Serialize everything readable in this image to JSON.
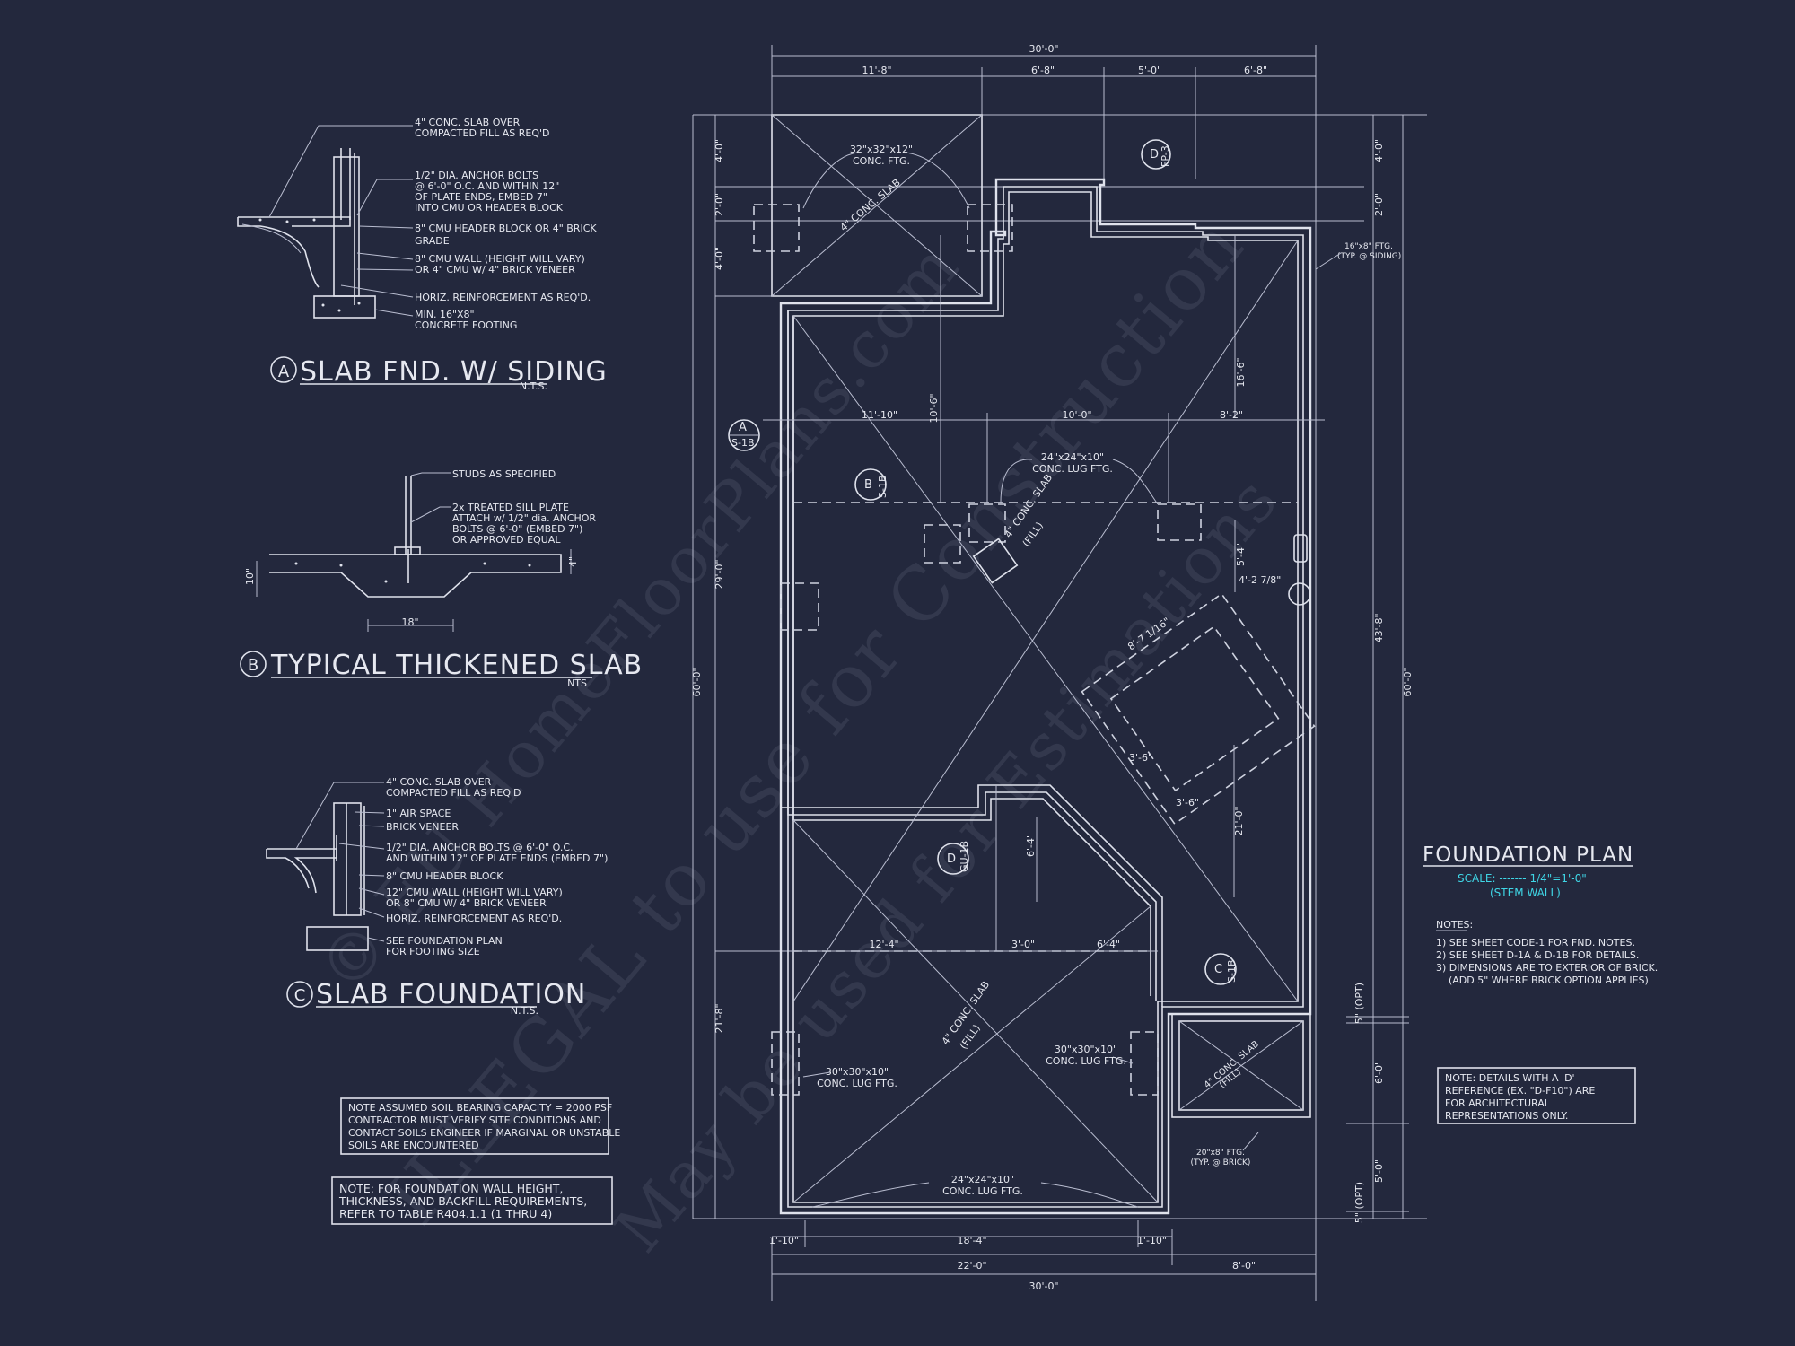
{
  "watermark": {
    "line1": "ILLEGAL to use for Construction",
    "line2": "© EU HomeFloorPlans.com",
    "line3": "May be used for Estimations"
  },
  "detail_a": {
    "tag": "A",
    "title": "SLAB FND. W/ SIDING",
    "scale": "N.T.S.",
    "notes": [
      "4\" CONC. SLAB OVER",
      "COMPACTED FILL AS REQ'D",
      "1/2\" DIA. ANCHOR BOLTS",
      "@ 6'-0\" O.C. AND WITHIN 12\"",
      "OF PLATE ENDS, EMBED 7\"",
      "INTO CMU OR HEADER BLOCK",
      "8\" CMU HEADER BLOCK OR 4\" BRICK",
      "GRADE",
      "8\" CMU WALL (HEIGHT WILL VARY)",
      "OR 4\" CMU W/ 4\" BRICK VENEER",
      "HORIZ. REINFORCEMENT AS REQ'D.",
      "MIN. 16\"X8\"",
      "CONCRETE FOOTING"
    ]
  },
  "detail_b": {
    "tag": "B",
    "title": "TYPICAL THICKENED SLAB",
    "scale": "NTS",
    "notes": [
      "STUDS AS SPECIFIED",
      "2x TREATED SILL PLATE",
      "ATTACH w/ 1/2\" dia. ANCHOR",
      "BOLTS @ 6'-0\" (EMBED 7\")",
      "OR APPROVED EQUAL"
    ],
    "dim_left": "10\"",
    "dim_right": "4\"",
    "dim_bottom": "18\""
  },
  "detail_c": {
    "tag": "C",
    "title": "SLAB FOUNDATION",
    "scale": "N.T.S.",
    "notes": [
      "4\" CONC. SLAB OVER",
      "COMPACTED FILL AS REQ'D",
      "1\" AIR SPACE",
      "BRICK VENEER",
      "1/2\" DIA. ANCHOR BOLTS @ 6'-0\" O.C.",
      "AND WITHIN 12\" OF PLATE ENDS (EMBED 7\")",
      "8\" CMU HEADER BLOCK",
      "12\" CMU WALL (HEIGHT WILL VARY)",
      "OR 8\" CMU W/ 4\" BRICK VENEER",
      "HORIZ. REINFORCEMENT AS REQ'D.",
      "SEE FOUNDATION PLAN",
      "FOR FOOTING SIZE"
    ]
  },
  "soil_note": [
    "NOTE ASSUMED SOIL BEARING CAPACITY = 2000 PSF",
    "CONTRACTOR MUST VERIFY SITE CONDITIONS AND",
    "CONTACT SOILS ENGINEER IF MARGINAL OR UNSTABLE",
    "SOILS ARE ENCOUNTERED"
  ],
  "wall_note": [
    "NOTE: FOR FOUNDATION WALL HEIGHT,",
    "THICKNESS, AND BACKFILL REQUIREMENTS,",
    "REFER TO TABLE R404.1.1 (1 THRU 4)"
  ],
  "plan": {
    "title": "FOUNDATION PLAN",
    "scale": "SCALE: ------- 1/4\"=1'-0\"",
    "subtitle": "(STEM WALL)",
    "notes_heading": "NOTES:",
    "notes": [
      "1)  SEE SHEET CODE-1 FOR FND. NOTES.",
      "2)  SEE SHEET D-1A & D-1B FOR DETAILS.",
      "3)  DIMENSIONS ARE TO EXTERIOR OF BRICK.",
      "    (ADD 5\" WHERE BRICK OPTION APPLIES)"
    ],
    "d_note": [
      "NOTE: DETAILS WITH A 'D'",
      "REFERENCE (EX. \"D-F10\") ARE",
      "FOR ARCHITECTURAL",
      "REPRESENTATIONS ONLY."
    ],
    "dims_top": {
      "overall": "30'-0\"",
      "a": "11'-8\"",
      "b": "6'-8\"",
      "c": "5'-0\"",
      "d": "6'-8\""
    },
    "dims_bottom": {
      "overall": "30'-0\"",
      "a": "22'-0\"",
      "b": "8'-0\"",
      "c": "1'-10\"",
      "d": "18'-4\"",
      "e": "1'-10\""
    },
    "dims_left": {
      "overall": "60'-0\"",
      "a": "4'-0\"",
      "b": "2'-0\"",
      "c": "4'-0\"",
      "d": "29'-0\"",
      "e": "21'-8\""
    },
    "dims_right": {
      "overall": "60'-0\"",
      "inner": "43'-8\"",
      "a": "4'-0\"",
      "b": "2'-0\"",
      "c": "5\" (OPT)",
      "d": "6'-0\"",
      "e": "5'-0\"",
      "f": "5\" (OPT)"
    },
    "dims_interior": {
      "r1a": "11'-10\"",
      "r1b": "10'-0\"",
      "r1c": "8'-2\"",
      "v1": "10'-6\"",
      "v2": "16'-6\"",
      "v3": "5'-4\"",
      "v4": "4'-2 7/8\"",
      "diag": "8'-7 1/16\"",
      "s1": "3'-6\"",
      "s2": "3'-6\"",
      "v5": "21'-0\"",
      "v6": "6'-4\"",
      "r2a": "12'-4\"",
      "r2b": "3'-0\"",
      "r2c": "6'-4\""
    },
    "labels": {
      "ftg_top": [
        "32\"x32\"x12\"",
        "CONC. FTG."
      ],
      "slab_top": "4\" CONC. SLAB",
      "ftg_mid": [
        "24\"x24\"x10\"",
        "CONC. LUG FTG."
      ],
      "slab_mid": [
        "4\" CONC. SLAB",
        "(FILL)"
      ],
      "ftg_siding": [
        "16\"x8\" FTG.",
        "(TYP. @ SIDING)"
      ],
      "slab_low": [
        "4\" CONC. SLAB",
        "(FILL)"
      ],
      "ftg_low_l": [
        "30\"x30\"x10\"",
        "CONC. LUG FTG."
      ],
      "ftg_low_r": [
        "30\"x30\"x10\"",
        "CONC. LUG FTG."
      ],
      "ftg_bottom": [
        "24\"x24\"x10\"",
        "CONC. LUG FTG."
      ],
      "slab_porch": [
        "4\" CONC. SLAB",
        "(FILL)"
      ],
      "ftg_brick": [
        "20\"x8\" FTG.",
        "(TYP. @ BRICK)"
      ]
    },
    "callouts": [
      {
        "top": "D",
        "bottom": "FP-3"
      },
      {
        "top": "A",
        "bottom": "S-1B"
      },
      {
        "top": "B",
        "bottom": "S-1B"
      },
      {
        "top": "D",
        "bottom": "GU-1B"
      },
      {
        "top": "C",
        "bottom": "S-1B"
      }
    ]
  }
}
